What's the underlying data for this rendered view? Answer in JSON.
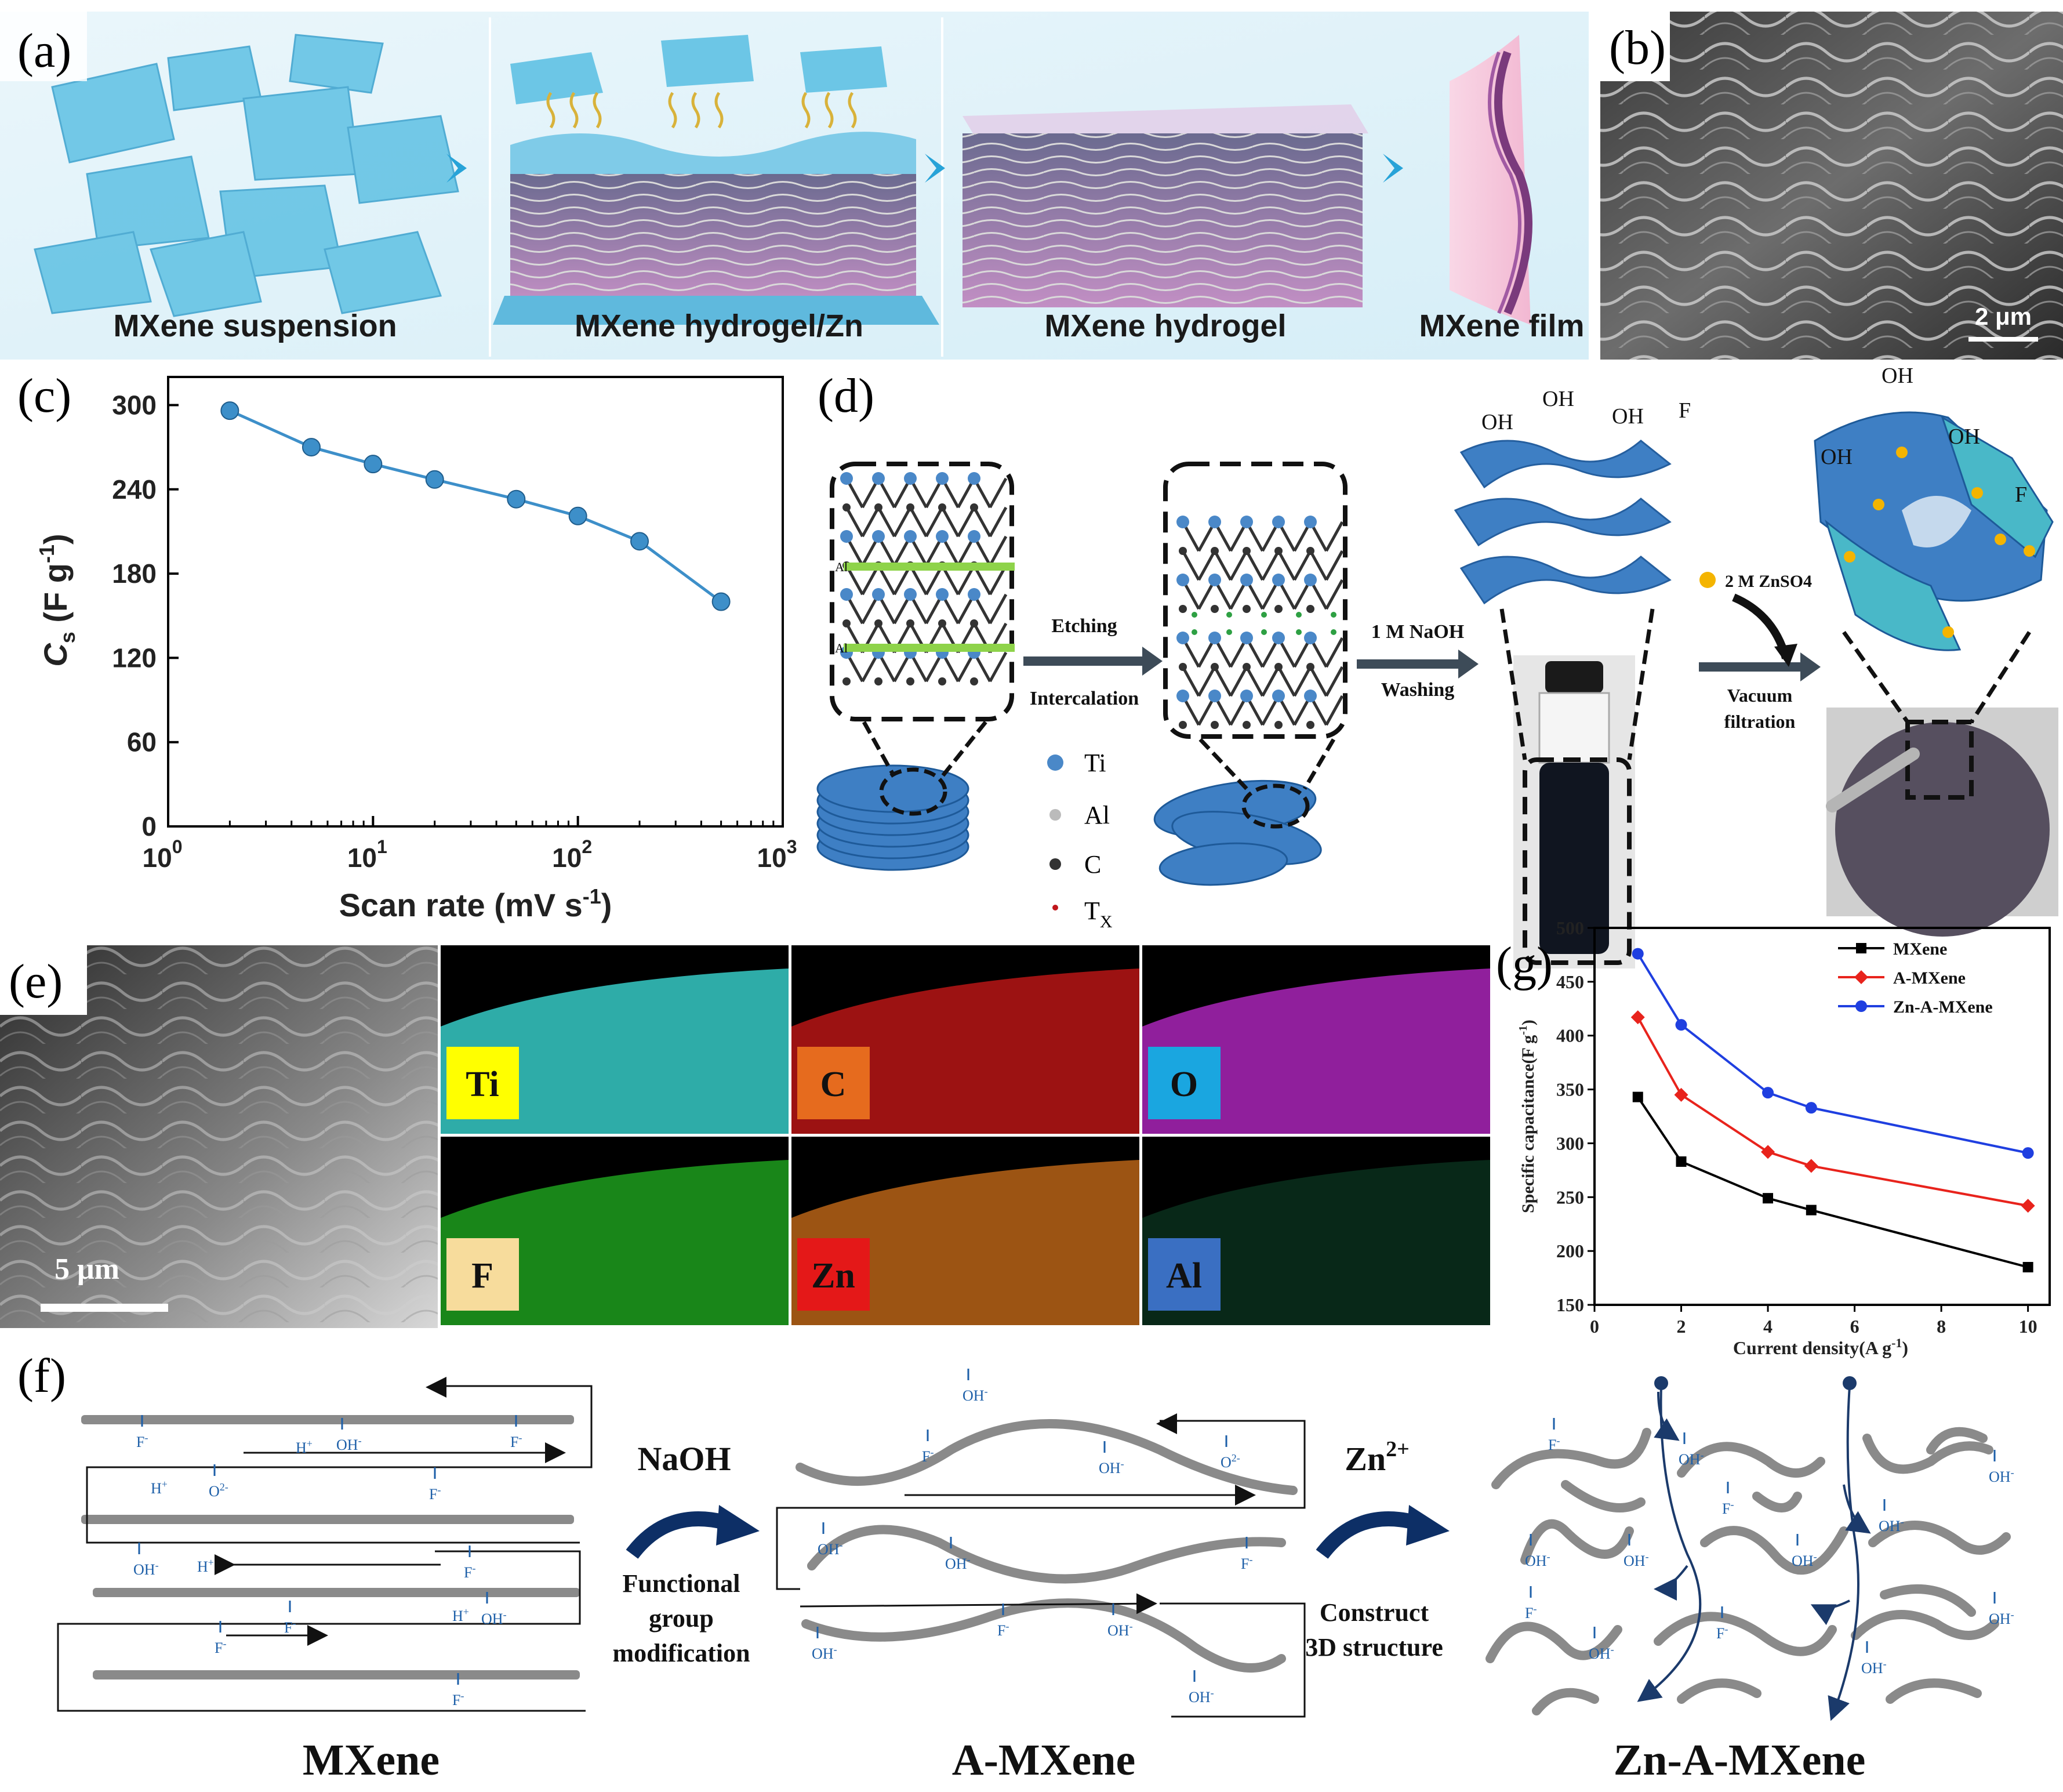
{
  "panels": {
    "a": {
      "label": "(a)",
      "captions": [
        "MXene suspension",
        "MXene hydrogel/Zn",
        "MXene hydrogel",
        "MXene film"
      ]
    },
    "b": {
      "label": "(b)",
      "scale": "2 μm"
    },
    "c": {
      "label": "(c)"
    },
    "d": {
      "label": "(d)",
      "al_labels": [
        "Al",
        "Al"
      ],
      "step1_top": "Etching",
      "step1_bottom": "Intercalation",
      "step2_top": "1 M NaOH",
      "step2_bottom": "Washing",
      "step3_top": "2 M ZnSO4",
      "step3_bottom_1": "Vacuum",
      "step3_bottom_2": "filtration",
      "legend": [
        "Ti",
        "Al",
        "C",
        "T"
      ],
      "legend_sub": "X",
      "groups_left": [
        "OH",
        "OH",
        "OH",
        "F"
      ],
      "groups_right": [
        "OH",
        "OH",
        "OH",
        "F"
      ]
    },
    "e": {
      "label": "(e)",
      "scale": "5 μm",
      "elements": [
        "Ti",
        "C",
        "O",
        "F",
        "Zn",
        "Al"
      ]
    },
    "f": {
      "label": "(f)",
      "step1": "NaOH",
      "step1_desc": [
        "Functional",
        "group",
        "modification"
      ],
      "step2": "Zn",
      "step2_sup": "2+",
      "step2_desc": [
        "Construct",
        "3D structure"
      ],
      "titles": [
        "MXene",
        "A-MXene",
        "Zn-A-MXene"
      ],
      "groups": {
        "f_minus": "F",
        "oh_minus": "OH",
        "h_plus": "H",
        "o2_minus": "O"
      }
    },
    "g": {
      "label": "(g)"
    }
  },
  "chart_data": [
    {
      "id": "c",
      "type": "line",
      "xscale": "log",
      "xlabel": "Scan rate (mV s",
      "xlabel_sup": "-1",
      "xlabel_end": ")",
      "ylabel": "C",
      "ylabel_sub": "s",
      "ylabel_rest": " (F g",
      "ylabel_sup": "-1",
      "ylabel_end": ")",
      "xlim": [
        1,
        1000
      ],
      "ylim": [
        0,
        320
      ],
      "xticks": [
        "10",
        "10",
        "10",
        "10"
      ],
      "xtick_exps": [
        "0",
        "1",
        "2",
        "3"
      ],
      "yticks": [
        "0",
        "60",
        "120",
        "180",
        "240",
        "300"
      ],
      "x": [
        2,
        5,
        10,
        20,
        50,
        100,
        200,
        500
      ],
      "values": [
        296,
        270,
        258,
        247,
        233,
        221,
        203,
        160
      ],
      "color": "#3d8fc9"
    },
    {
      "id": "g",
      "type": "line",
      "xlabel": "Current density(A g",
      "xlabel_sup": "-1",
      "xlabel_end": ")",
      "ylabel": "Specific capacitance(F g",
      "ylabel_sup": "-1",
      "ylabel_end": ")",
      "xlim": [
        0,
        10.5
      ],
      "ylim": [
        150,
        500
      ],
      "xticks": [
        "0",
        "2",
        "4",
        "6",
        "8",
        "10"
      ],
      "yticks": [
        "150",
        "200",
        "250",
        "300",
        "350",
        "400",
        "450",
        "500"
      ],
      "x": [
        1,
        2,
        4,
        5,
        10
      ],
      "legend_placement": "top-right",
      "series": [
        {
          "name": "MXene",
          "values": [
            343,
            283,
            249,
            238,
            185
          ],
          "color": "#000000",
          "marker": "square"
        },
        {
          "name": "A-MXene",
          "values": [
            417,
            345,
            292,
            279,
            242
          ],
          "color": "#e8231c",
          "marker": "diamond"
        },
        {
          "name": "Zn-A-MXene",
          "values": [
            476,
            410,
            347,
            333,
            291
          ],
          "color": "#1f3fe0",
          "marker": "circle"
        }
      ]
    }
  ],
  "colors": {
    "mxene_sheet": "#6cc6e6",
    "mxene_stack": "#3e7fc4",
    "ti_atom": "#4a88c8",
    "green_bar": "#8ed34a",
    "zn_dot": "#f4b400",
    "map_ti": "#3ee6e0",
    "map_c": "#d01818",
    "map_o": "#c02ad0",
    "map_f": "#21b321",
    "map_zn": "#d0701a",
    "map_al": "#1fa060",
    "box_ti": "#ffff00",
    "box_c": "#e66b1e",
    "box_o": "#1aa6e0",
    "box_f": "#f7dc9c",
    "box_zn": "#e41818",
    "box_al": "#3a6fc2",
    "arrow_navy": "#0d2f66"
  }
}
